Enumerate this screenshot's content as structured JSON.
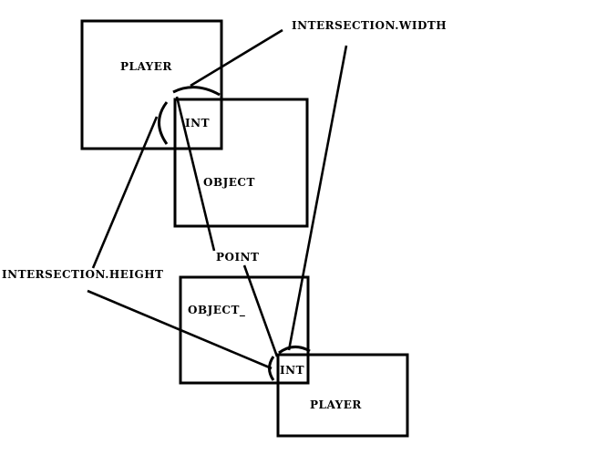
{
  "labels": {
    "player_top": "PLAYER",
    "int_top": "INT",
    "object_top": "OBJECT",
    "intersection_width": "INTERSECTION.WIDTH",
    "point": "POINT",
    "intersection_height": "INTERSECTION.HEIGHT",
    "object_bottom": "OBJECT_",
    "int_bottom": "INT",
    "player_bottom": "PLAYER"
  },
  "colors": {
    "stroke": "#000000",
    "background": "#ffffff"
  }
}
